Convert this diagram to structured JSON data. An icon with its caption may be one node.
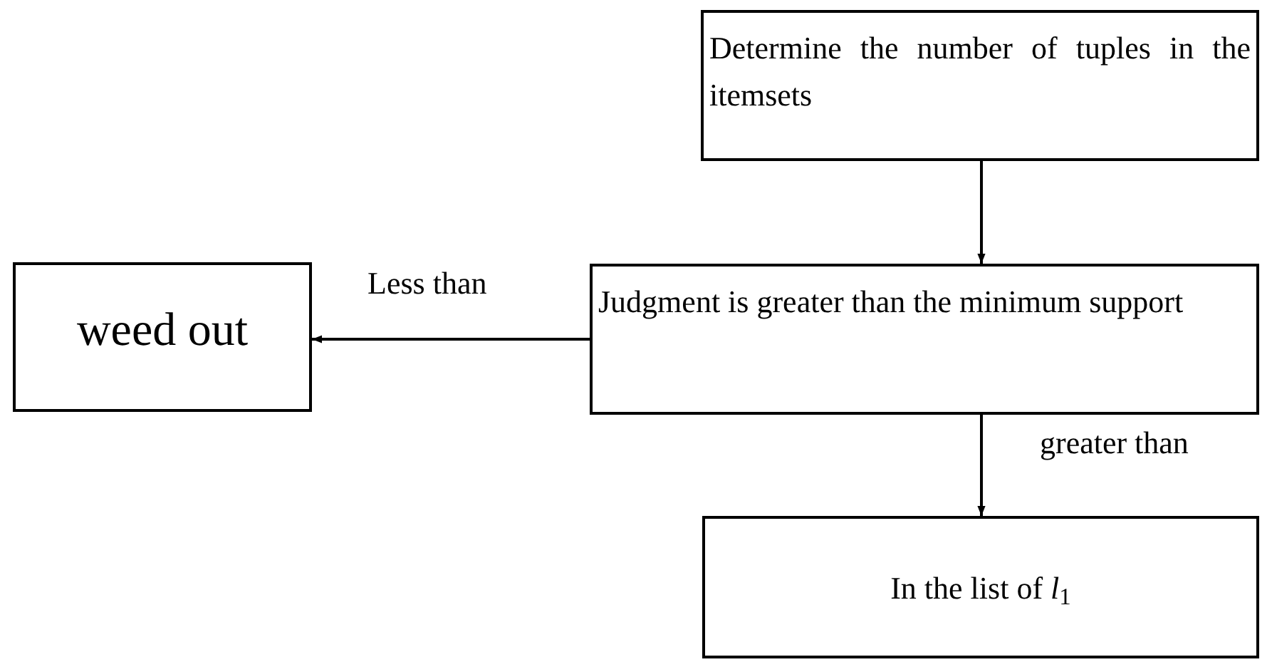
{
  "diagram": {
    "nodes": [
      {
        "text": [
          "Determine the number of tuples in the itemsets"
        ]
      },
      {
        "text": [
          "Judgment is greater than the minimum support"
        ]
      },
      {
        "text": [
          "weed out"
        ]
      },
      {
        "text": [
          "In the list of *l*$_{1}$"
        ]
      }
    ],
    "edges": [
      {
        "from": 0,
        "to": 1,
        "arrow": "to"
      },
      {
        "from": 1,
        "to": 2,
        "arrow": "to",
        "label": "Less than"
      },
      {
        "from": 1,
        "to": 3,
        "arrow": "to",
        "label": "greater than"
      }
    ]
  }
}
